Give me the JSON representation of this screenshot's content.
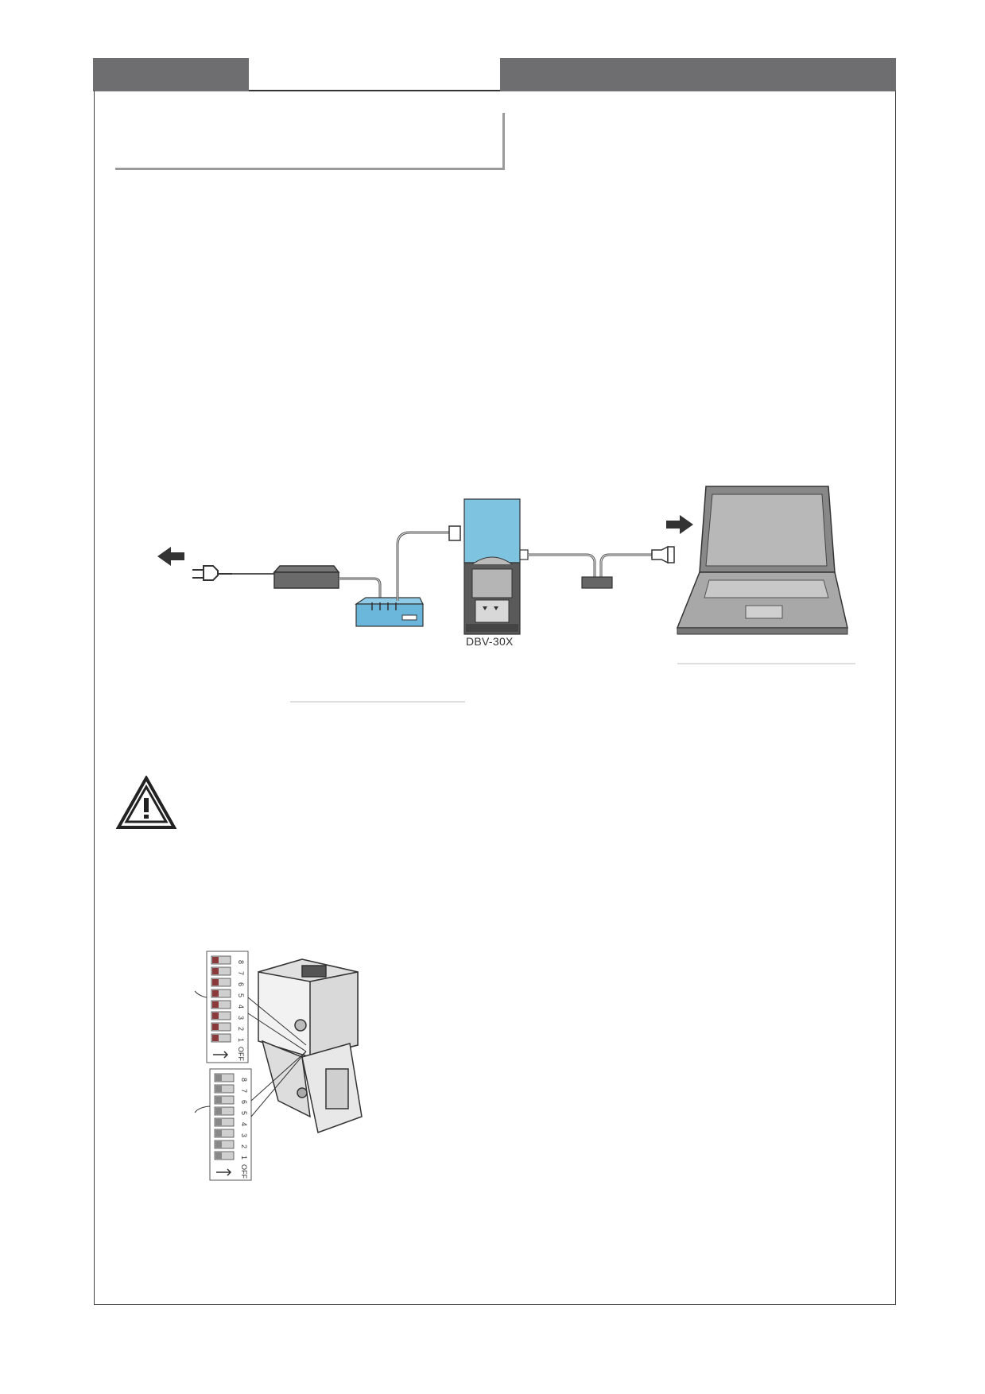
{
  "header": {
    "tab_text": ""
  },
  "section": {
    "title": ""
  },
  "diagram": {
    "device_label": "DBV-30X",
    "colors": {
      "device_blue": "#7ec4e0",
      "hub_blue": "#6bb7dc",
      "screen_gray": "#b8b8b8"
    }
  },
  "warning": {
    "icon": "warning-triangle-icon"
  },
  "dip_figure": {
    "switch_numbers": [
      "1",
      "2",
      "3",
      "4",
      "5",
      "6",
      "7",
      "8"
    ],
    "off_label": "OFF"
  }
}
